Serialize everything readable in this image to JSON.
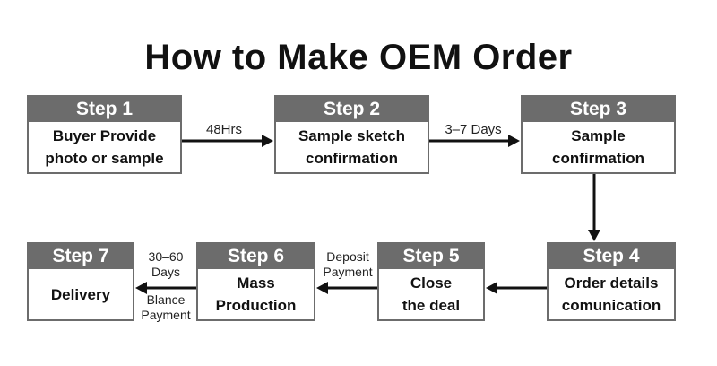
{
  "title": "How to Make OEM Order",
  "colors": {
    "step_header": "#6c6c6c",
    "arrow": "#111111",
    "background": "#ffffff"
  },
  "steps": [
    {
      "header": "Step 1",
      "line1": "Buyer Provide",
      "line2": "photo or sample"
    },
    {
      "header": "Step 2",
      "line1": "Sample sketch",
      "line2": "confirmation"
    },
    {
      "header": "Step 3",
      "line1": "Sample",
      "line2": "confirmation"
    },
    {
      "header": "Step 4",
      "line1": "Order details",
      "line2": "comunication"
    },
    {
      "header": "Step 5",
      "line1": "Close",
      "line2": "the deal"
    },
    {
      "header": "Step 6",
      "line1": "Mass",
      "line2": "Production"
    },
    {
      "header": "Step 7",
      "line1": "Delivery",
      "line2": ""
    }
  ],
  "arrows": {
    "step1_to_step2": "48Hrs",
    "step2_to_step3": "3–7 Days",
    "step5_to_step6": {
      "line1": "Deposit",
      "line2": "Payment"
    },
    "step6_to_step7": {
      "top1": "30–60",
      "top2": "Days",
      "bottom1": "Blance",
      "bottom2": "Payment"
    }
  }
}
